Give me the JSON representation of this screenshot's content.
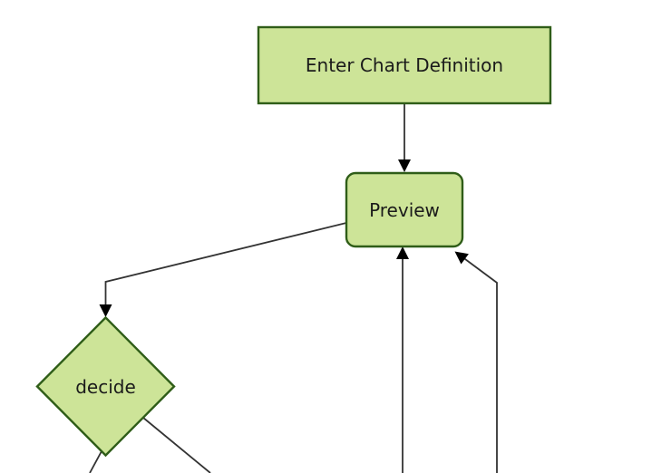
{
  "diagram": {
    "type": "flowchart",
    "direction": "top-down",
    "colors": {
      "background": "#ffffff",
      "node_fill": "#cde498",
      "node_border": "#2f5d18",
      "edge_line": "#333333",
      "arrowhead": "#000000",
      "label_text": "#1b1b1b"
    },
    "nodes": {
      "enter": {
        "label": "Enter Chart Definition",
        "shape": "rectangle"
      },
      "preview": {
        "label": "Preview",
        "shape": "rounded-rectangle"
      },
      "decide": {
        "label": "decide",
        "shape": "diamond"
      }
    },
    "edges": [
      {
        "from": "enter",
        "to": "preview",
        "arrow": true
      },
      {
        "from": "preview",
        "to": "decide",
        "arrow": true
      },
      {
        "from": "offscreen-bottom-left-node",
        "to": "preview",
        "arrow": true
      },
      {
        "from": "offscreen-bottom-right-node",
        "to": "preview",
        "arrow": true
      },
      {
        "from": "decide",
        "to": "offscreen-bottom-left",
        "arrow": false
      },
      {
        "from": "decide",
        "to": "offscreen-bottom-right",
        "arrow": false
      }
    ]
  }
}
